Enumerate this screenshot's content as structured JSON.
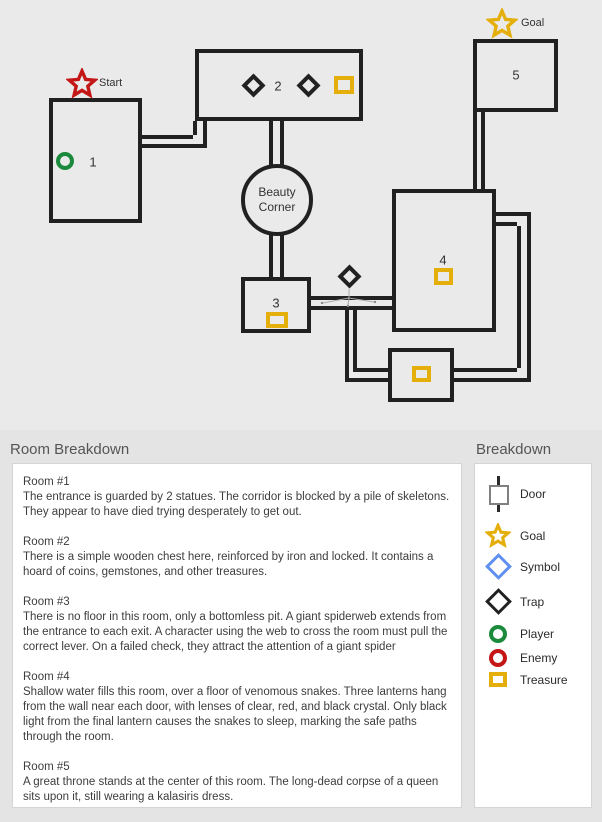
{
  "map": {
    "start_label": "Start",
    "goal_label": "Goal",
    "hub_label": "Beauty Corner",
    "rooms": [
      {
        "id": "1"
      },
      {
        "id": "2"
      },
      {
        "id": "3"
      },
      {
        "id": "4"
      },
      {
        "id": "5"
      }
    ]
  },
  "breakdown": {
    "title": "Room Breakdown",
    "rooms": [
      {
        "name": "Room #1",
        "description": "The entrance is guarded by 2 statues. The corridor is blocked by a pile of skeletons. They appear to have died trying desperately to get out."
      },
      {
        "name": "Room #2",
        "description": "There is a simple wooden chest here, reinforced by iron and locked. It contains a hoard of coins, gemstones, and other treasures."
      },
      {
        "name": "Room #3",
        "description": "There is no floor in this room, only a bottomless pit. A giant spiderweb extends from the entrance to each exit. A character using the web to cross the room must pull the correct lever. On a failed check, they attract the attention of a giant spider"
      },
      {
        "name": "Room #4",
        "description": "Shallow water fills this room, over a floor of venomous snakes. Three lanterns hang from the wall near each door, with lenses of clear, red, and black crystal. Only black light from the final lantern causes the snakes to sleep, marking the safe paths through the room."
      },
      {
        "name": "Room #5",
        "description": "A great throne stands at the center of this room. The long-dead corpse of a queen sits upon it, still wearing a kalasiris dress."
      }
    ]
  },
  "legend": {
    "title": "Breakdown",
    "items": [
      {
        "label": "Door"
      },
      {
        "label": "Goal"
      },
      {
        "label": "Symbol"
      },
      {
        "label": "Trap"
      },
      {
        "label": "Player"
      },
      {
        "label": "Enemy"
      },
      {
        "label": "Treasure"
      }
    ]
  },
  "colors": {
    "background": "#eaeaea",
    "wall": "#212121",
    "gold": "#e5af0b",
    "red": "#c41616",
    "green": "#1b8a3c",
    "blue": "#5f8ff0",
    "panel": "#ffffff"
  }
}
